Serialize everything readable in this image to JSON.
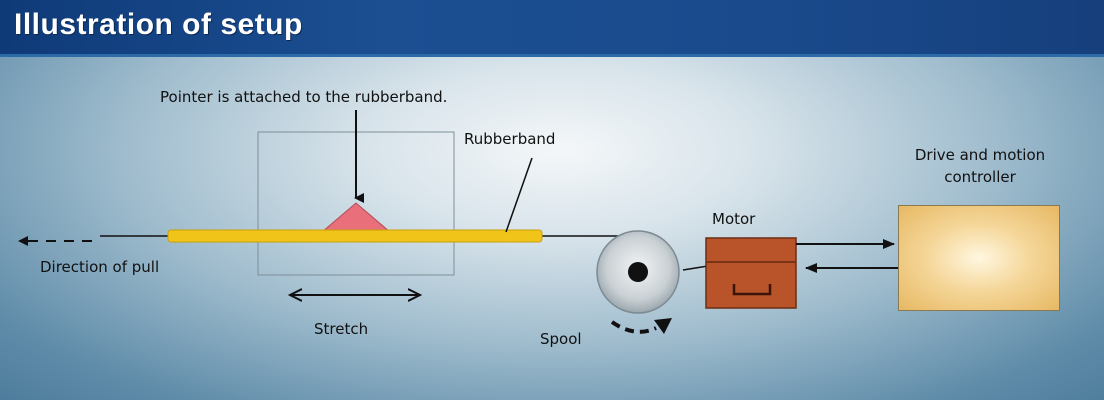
{
  "header": {
    "title": "Illustration of setup"
  },
  "labels": {
    "pointer": "Pointer is attached to the rubberband.",
    "rubberband": "Rubberband",
    "direction": "Direction of pull",
    "stretch": "Stretch",
    "spool": "Spool",
    "motor": "Motor",
    "controller_line1": "Drive and motion",
    "controller_line2": "controller"
  },
  "colors": {
    "header": "#1b4f92",
    "rubberband": "#f0c419",
    "pointer": "#e9707a",
    "motor": "#b8532a",
    "controller": "#f5d79a",
    "spool": "#c9d0d4"
  }
}
